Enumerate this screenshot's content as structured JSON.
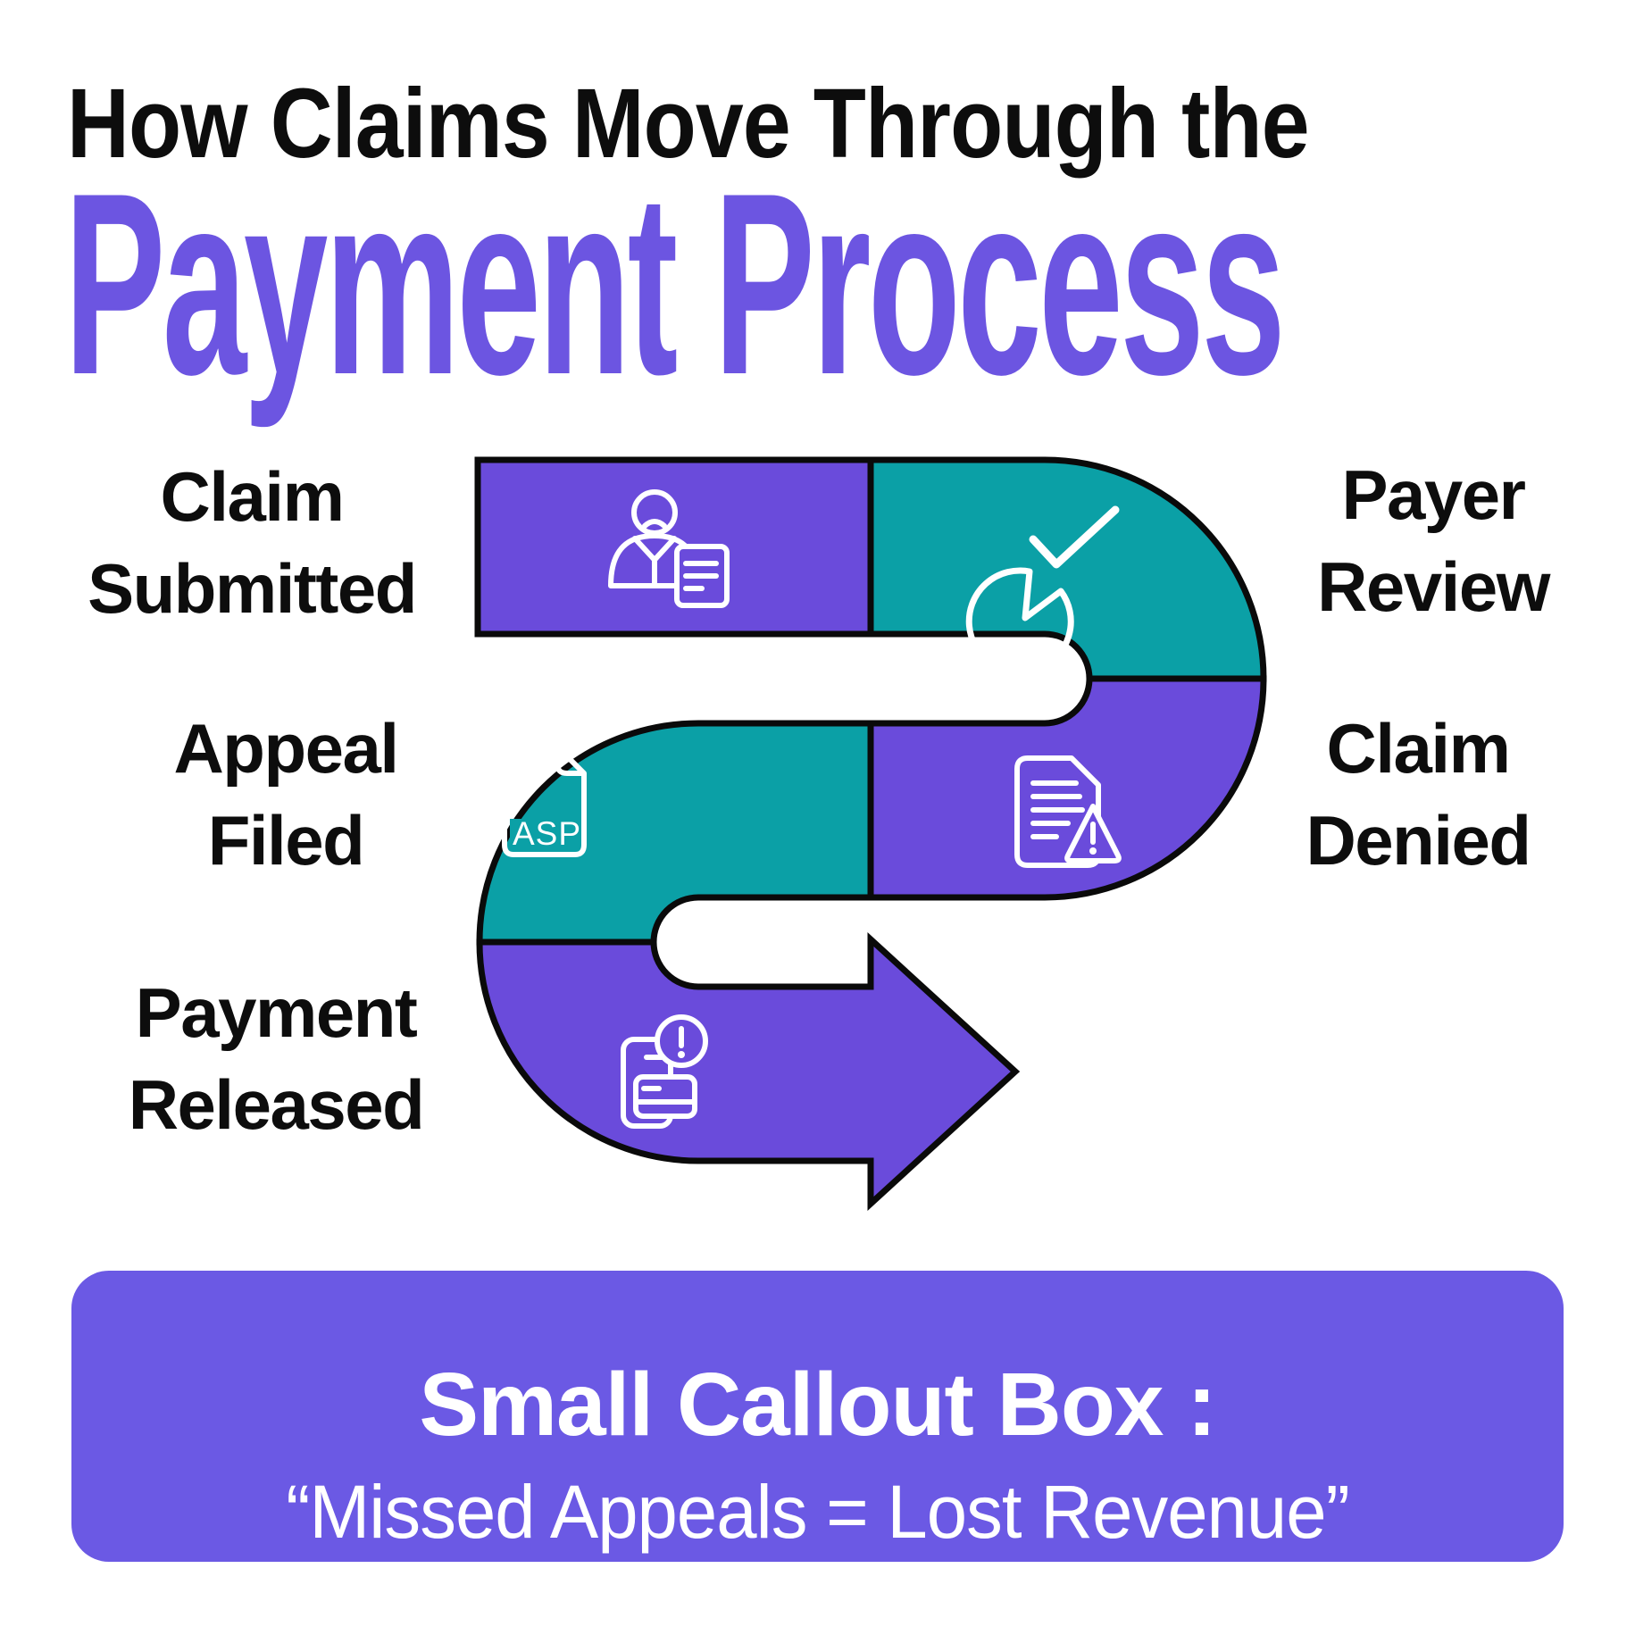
{
  "title": {
    "line1": "How Claims Move Through the",
    "line2": "Payment Process"
  },
  "colors": {
    "purple": "#6A4BDB",
    "teal": "#0BA0A6",
    "title_purple": "#6C55E1",
    "callout_purple": "#6B59E4",
    "outline_black": "#0a0a0a",
    "icon_white": "#ffffff",
    "text_black": "#0d0d0d"
  },
  "flow": {
    "steps": [
      {
        "label": "Claim\nSubmitted",
        "side": "left",
        "color": "purple",
        "icon": "person-document-icon"
      },
      {
        "label": "Payer\nReview",
        "side": "right",
        "color": "teal",
        "icon": "speech-bubble-check-icon"
      },
      {
        "label": "Claim\nDenied",
        "side": "right",
        "color": "purple",
        "icon": "document-warning-icon"
      },
      {
        "label": "Appeal\nFiled",
        "side": "left",
        "color": "teal",
        "icon": "asp-file-icon"
      },
      {
        "label": "Payment\nReleased",
        "side": "left",
        "color": "purple",
        "icon": "invoice-alert-icon"
      }
    ],
    "asp_file_label": "ASP"
  },
  "callout": {
    "title": "Small Callout Box :",
    "quote": "“Missed Appeals = Lost Revenue”"
  }
}
